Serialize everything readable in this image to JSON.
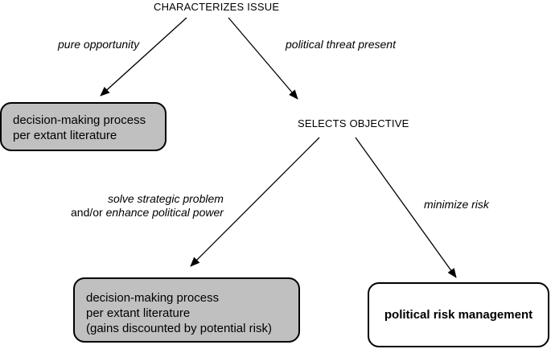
{
  "nodes": {
    "characterizes_issue": "CHARACTERIZES ISSUE",
    "selects_objective": "SELECTS OBJECTIVE",
    "box_left": {
      "line1": "decision-making process",
      "line2": "per extant literature"
    },
    "box_bottom_left": {
      "line1": "decision-making process",
      "line2": "per extant literature",
      "line3": "(gains discounted by potential risk)"
    },
    "box_bottom_right": {
      "line1": "political risk management"
    }
  },
  "edges": {
    "pure_opportunity": "pure opportunity",
    "political_threat_present": "political threat present",
    "solve_strategic_problem": "solve strategic problem",
    "and_or": "and/or",
    "enhance_political_power": "enhance political power",
    "minimize_risk": "minimize risk"
  },
  "colors": {
    "box_gray": "#c0c0c0",
    "line": "#000000"
  }
}
